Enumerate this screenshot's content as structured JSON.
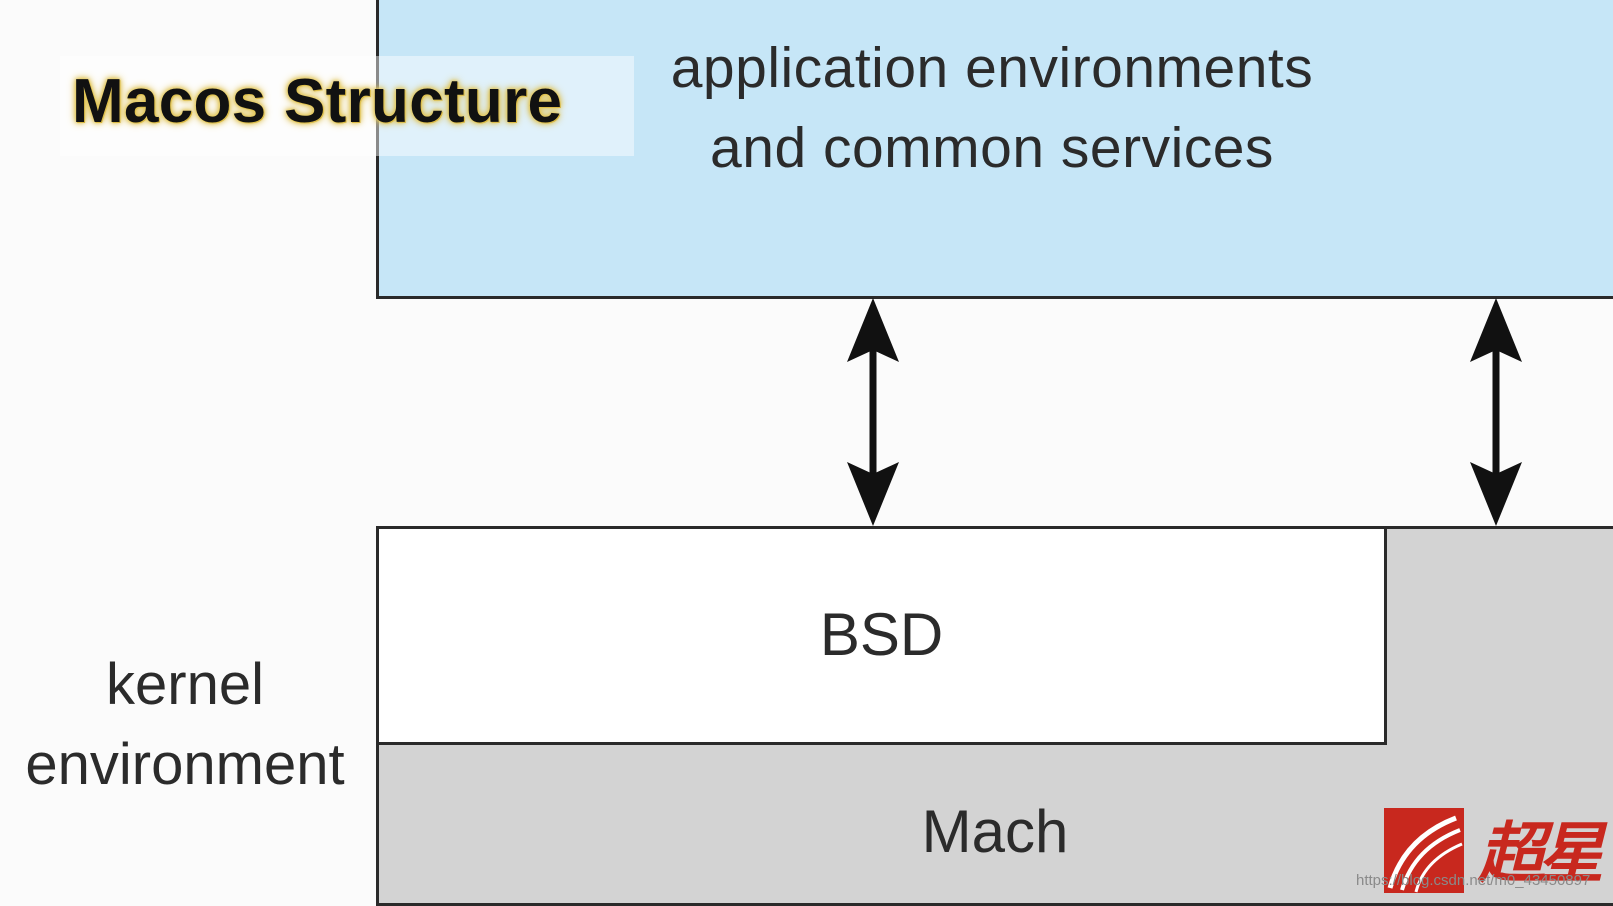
{
  "diagram": {
    "title": "Macos Structure",
    "top_layer": {
      "line1": "application environments",
      "line2": "and common services"
    },
    "kernel_label": {
      "line1": "kernel",
      "line2": "environment"
    },
    "bsd_label": "BSD",
    "mach_label": "Mach",
    "colors": {
      "top_layer_fill": "#c6e6f7",
      "bsd_fill": "#ffffff",
      "mach_fill": "#d3d3d3",
      "outline": "#2a2a2a",
      "title_glow": "#e5c95a"
    }
  },
  "watermark": {
    "glyphs": "超星",
    "url": "https://blog.csdn.net/m0_43450897",
    "logo_color": "#c8281e"
  }
}
